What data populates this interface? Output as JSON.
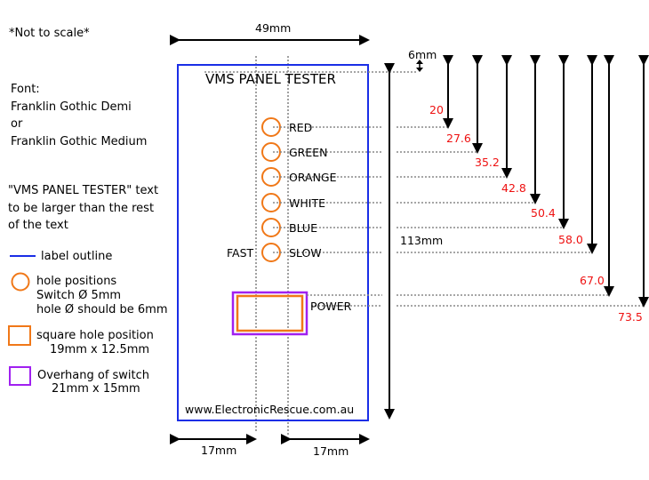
{
  "notes": {
    "scale": "*Not to scale*",
    "font_heading": "Font:",
    "font_1": "Franklin Gothic Demi",
    "font_or": "or",
    "font_2": "Franklin Gothic Medium",
    "size_note_1": "\"VMS PANEL TESTER\" text",
    "size_note_2": "to be larger than the rest",
    "size_note_3": "of the text"
  },
  "legend": {
    "outline": "label outline",
    "holes_1": "hole positions",
    "holes_2": "Switch Ø 5mm",
    "holes_3": "hole Ø should be 6mm",
    "square_1": "square hole position",
    "square_2": "19mm x 12.5mm",
    "overhang_1": "Overhang of switch",
    "overhang_2": "21mm x 15mm"
  },
  "colors": {
    "outline": "#1a2ee6",
    "hole": "#f07818",
    "overhang": "#a020f0",
    "measure": "#ee1111"
  },
  "panel": {
    "title": "VMS PANEL TESTER",
    "website": "www.ElectronicRescue.com.au",
    "holes": [
      "RED",
      "GREEN",
      "ORANGE",
      "WHITE",
      "BLUE",
      "SLOW"
    ],
    "fast_label": "FAST",
    "power_label": "POWER"
  },
  "dimensions": {
    "width": "49mm",
    "height": "113mm",
    "top_offset": "6mm",
    "left_margin": "17mm",
    "right_margin": "17mm",
    "hole_distances": [
      "20",
      "27.6",
      "35.2",
      "42.8",
      "50.4",
      "58.0",
      "67.0",
      "73.5"
    ]
  }
}
